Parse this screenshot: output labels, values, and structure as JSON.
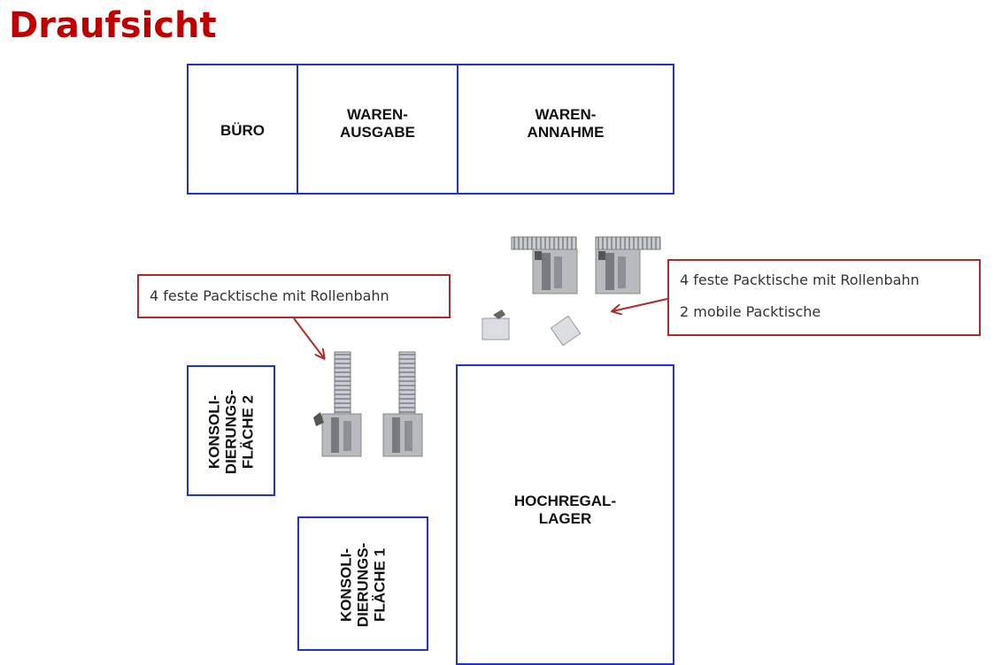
{
  "title": "Draufsicht",
  "rooms": {
    "buero": "BÜRO",
    "warenausgabe": "WAREN-\nAUSGABE",
    "warenannahme": "WAREN-\nANNAHME",
    "konsolidierung2": "KONSOLI-\nDIERUNGS-\nFLÄCHE 2",
    "konsolidierung1": "KONSOLI-\nDIERUNGS-\nFLÄCHE 1",
    "hochregallager": "HOCHREGAL-\nLAGER"
  },
  "callouts": {
    "left": {
      "line1": "4 feste Packtische mit Rollenbahn"
    },
    "right": {
      "line1": "4 feste Packtische mit Rollenbahn",
      "line2": "2 mobile Packtische"
    }
  },
  "colors": {
    "title": "#c00000",
    "room_border": "#2233cc",
    "callout_border": "#b02a2a"
  }
}
